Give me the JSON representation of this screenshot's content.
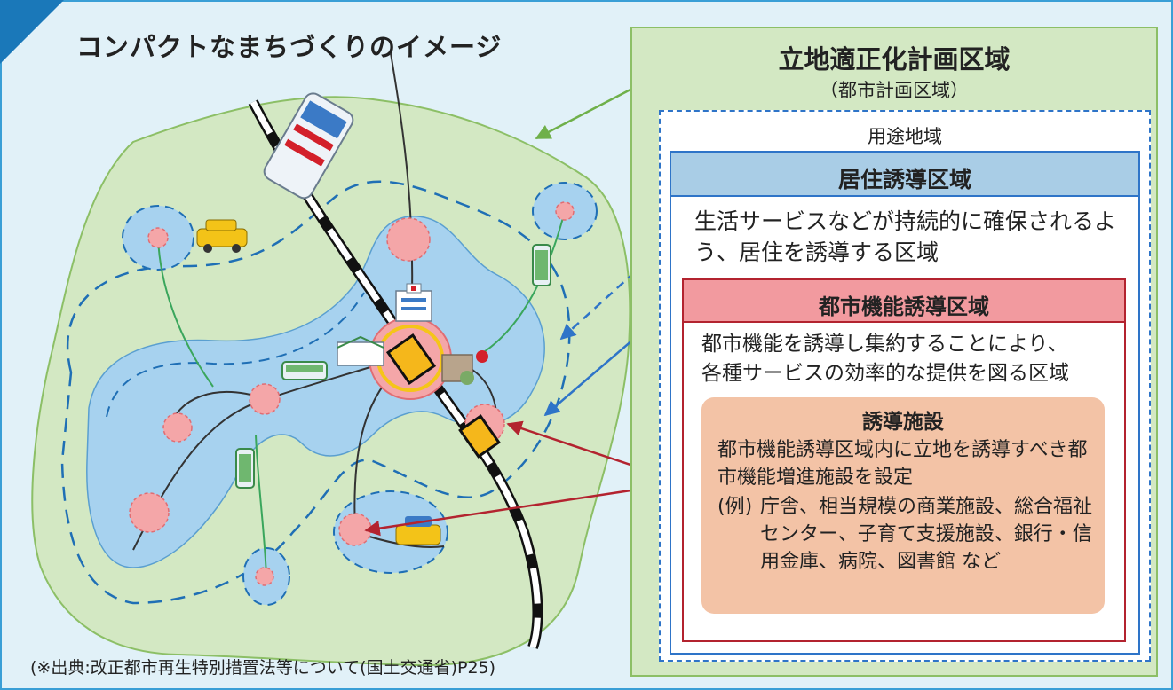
{
  "title": "コンパクトなまちづくりのイメージ",
  "source_note": "(※出典:改正都市再生特別措置法等について(国土交通省)P25)",
  "plan_area": {
    "title": "立地適正化計画区域",
    "subtitle": "（都市計画区域）"
  },
  "use_zone": {
    "label": "用途地域"
  },
  "residential_zone": {
    "title": "居住誘導区域",
    "description": "生活サービスなどが持続的に確保されるよう、居住を誘導する区域"
  },
  "urban_function_zone": {
    "title": "都市機能誘導区域",
    "description_line1": "都市機能を誘導し集約することにより、",
    "description_line2": "各種サービスの効率的な提供を図る区域"
  },
  "induced_facilities": {
    "title": "誘導施設",
    "description": "都市機能誘導区域内に立地を誘導すべき都市機能増進施設を設定",
    "example_label": "(例)",
    "example_text": "庁舎、相当規模の商業施設、総合福祉センター、子育て支援施設、銀行・信用金庫、病院、図書館 など"
  },
  "colors": {
    "frame_border": "#3a9fd6",
    "frame_bg": "#e1f1f8",
    "corner": "#1a78b9",
    "plan_area_fill": "#d3e8c3",
    "plan_area_border": "#8cbf66",
    "use_zone_border": "#2e74c8",
    "residential_head": "#a9cde6",
    "function_head": "#f29a9f",
    "function_border": "#b3232f",
    "facility_fill": "#f3c3a6",
    "water_blue": "#a7d2ef",
    "center_pink": "#f4a6a8"
  }
}
